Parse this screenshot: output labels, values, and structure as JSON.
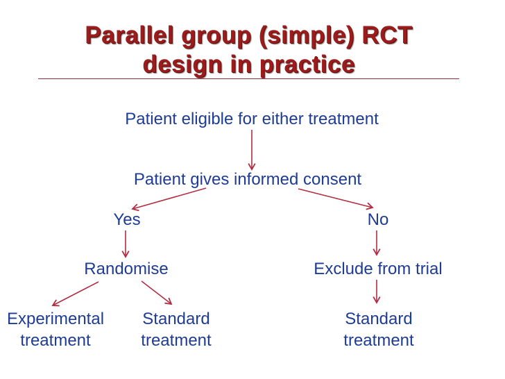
{
  "slide": {
    "title_line1": "Parallel group (simple) RCT",
    "title_line2": "design in practice"
  },
  "flowchart": {
    "nodes": [
      {
        "id": "eligible",
        "label": "Patient eligible for either treatment"
      },
      {
        "id": "consent",
        "label": "Patient gives informed consent"
      },
      {
        "id": "yes",
        "label": "Yes"
      },
      {
        "id": "no",
        "label": "No"
      },
      {
        "id": "randomise",
        "label": "Randomise"
      },
      {
        "id": "exclude",
        "label": "Exclude from trial"
      },
      {
        "id": "experimental",
        "label": "Experimental treatment"
      },
      {
        "id": "standard_left",
        "label": "Standard treatment"
      },
      {
        "id": "standard_right",
        "label": "Standard treatment"
      }
    ]
  },
  "colors": {
    "background": "#ffffff",
    "title": "#9c1b1b",
    "underline": "#8f2a3c",
    "body": "#1e3c96",
    "arrow": "#b32d42"
  }
}
